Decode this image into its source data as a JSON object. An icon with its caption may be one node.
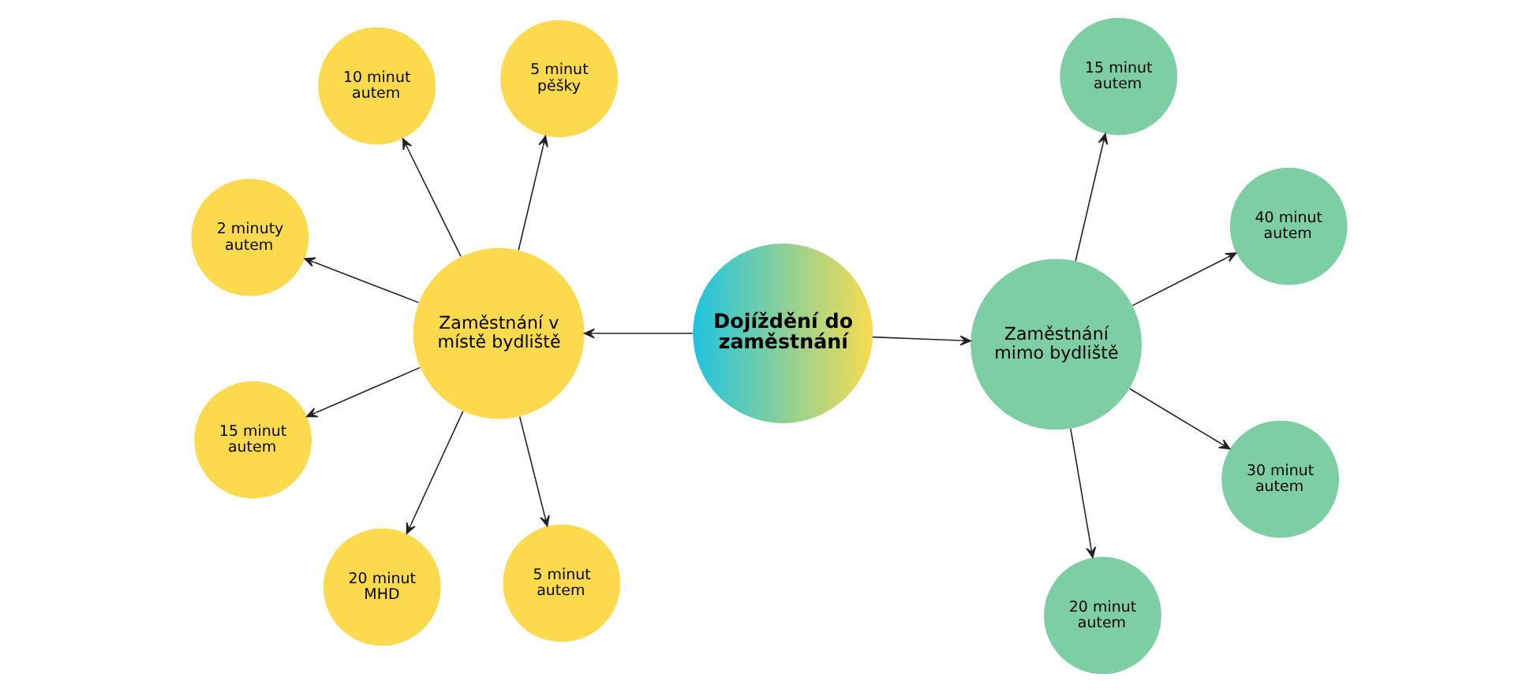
{
  "diagram": {
    "nodes": [
      {
        "text": [
          "Dojíždění do zaměstnání"
        ]
      },
      {
        "text": [
          "Zaměstnání v místě bydliště"
        ]
      },
      {
        "text": [
          "5 minut autem"
        ]
      },
      {
        "text": [
          "2 minuty autem"
        ]
      },
      {
        "text": [
          "10 minut autem"
        ]
      },
      {
        "text": [
          "15 minut autem"
        ]
      },
      {
        "text": [
          "20 minut MHD"
        ]
      },
      {
        "text": [
          "5 minut pěšky"
        ]
      },
      {
        "text": [
          "Zaměstnání mimo bydliště"
        ]
      },
      {
        "text": [
          "40 minut autem"
        ]
      },
      {
        "text": [
          "30 minut autem"
        ]
      },
      {
        "text": [
          "20 minut autem"
        ]
      },
      {
        "text": [
          "15 minut autem"
        ]
      }
    ],
    "edges": [
      {
        "from": 0,
        "to": 1,
        "arrow": "to"
      },
      {
        "from": 0,
        "to": 8,
        "arrow": "to"
      },
      {
        "from": 1,
        "to": 2,
        "arrow": "to"
      },
      {
        "from": 1,
        "to": 3,
        "arrow": "to"
      },
      {
        "from": 1,
        "to": 4,
        "arrow": "to"
      },
      {
        "from": 1,
        "to": 5,
        "arrow": "to"
      },
      {
        "from": 1,
        "to": 6,
        "arrow": "to"
      },
      {
        "from": 1,
        "to": 7,
        "arrow": "to"
      },
      {
        "from": 8,
        "to": 9,
        "arrow": "to"
      },
      {
        "from": 8,
        "to": 10,
        "arrow": "to"
      },
      {
        "from": 8,
        "to": 11,
        "arrow": "to"
      },
      {
        "from": 8,
        "to": 12,
        "arrow": "to"
      }
    ]
  }
}
